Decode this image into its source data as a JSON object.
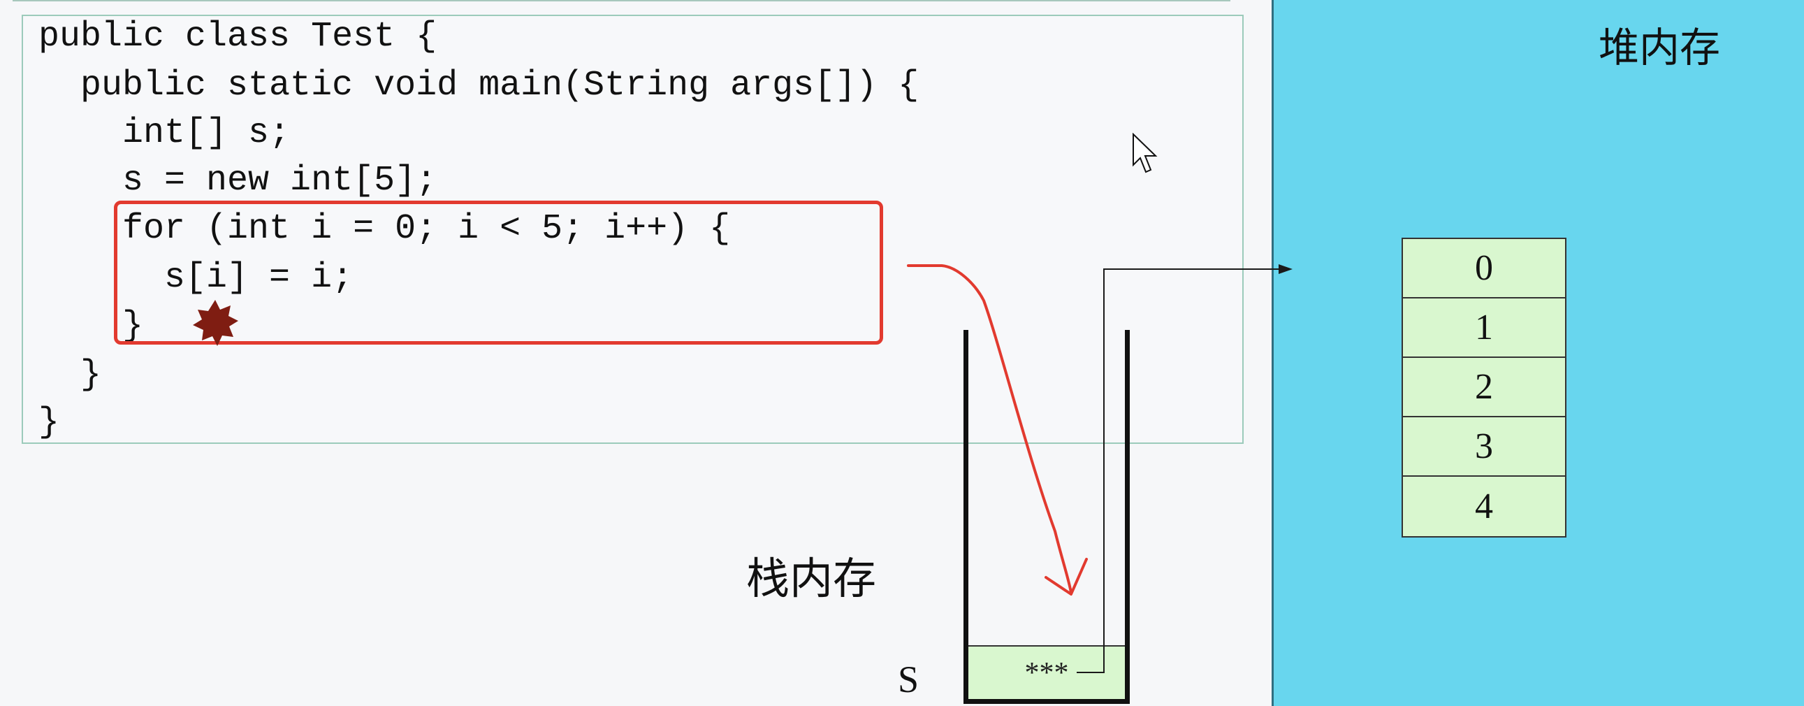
{
  "code": {
    "lines": [
      "public class Test {",
      "  public static void main(String args[]) {",
      "    int[] s;",
      "    s = new int[5];",
      "    for (int i = 0; i < 5; i++) {",
      "      s[i] = i;",
      "    }",
      "  }",
      "}"
    ]
  },
  "stack": {
    "title": "栈内存",
    "variable_label": "S",
    "cell_value": "***"
  },
  "heap": {
    "title": "堆内存",
    "cells": [
      "0",
      "1",
      "2",
      "3",
      "4"
    ]
  },
  "colors": {
    "highlight": "#e23a2f",
    "heap_background": "#68d6ee",
    "cell_fill": "#d9f7cf",
    "marker": "#7f1d12"
  },
  "icons": {
    "cursor": "mouse-pointer-icon",
    "marker": "breakpoint-burst-icon"
  }
}
